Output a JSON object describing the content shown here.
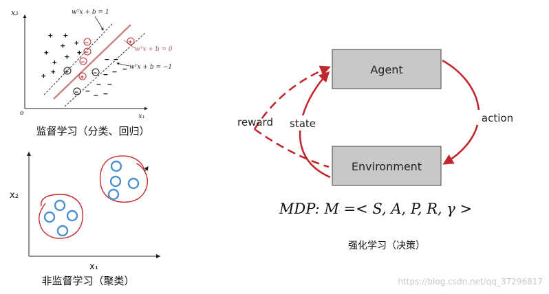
{
  "supervised": {
    "axis_y_label": "x₂",
    "axis_x_label": "x₁",
    "origin_label": "o",
    "line_upper_label": "wᵀx + b = 1",
    "line_middle_label": "wᵀx + b = 0",
    "line_lower_label": "wᵀx + b = −1",
    "plus_sign": "+",
    "minus_sign": "−",
    "caption": "监督学习（分类、回归）"
  },
  "unsupervised": {
    "axis_y_label": "x₂",
    "axis_x_label": "x₁",
    "caption": "非监督学习（聚类）"
  },
  "reinforcement": {
    "agent_label": "Agent",
    "environment_label": "Environment",
    "reward_label": "reward",
    "state_label": "state",
    "action_label": "action",
    "mdp_formula": "MDP: M =< S, A, P, R, γ >",
    "caption": "强化学习（决策）"
  },
  "watermark": "https://blog.csdn.net/qq_37296817",
  "colors": {
    "arrow_red": "#c0282d",
    "box_fill": "#c8c8c8",
    "svm_line": "#c98585",
    "cluster_blue": "#4a8fd0"
  }
}
